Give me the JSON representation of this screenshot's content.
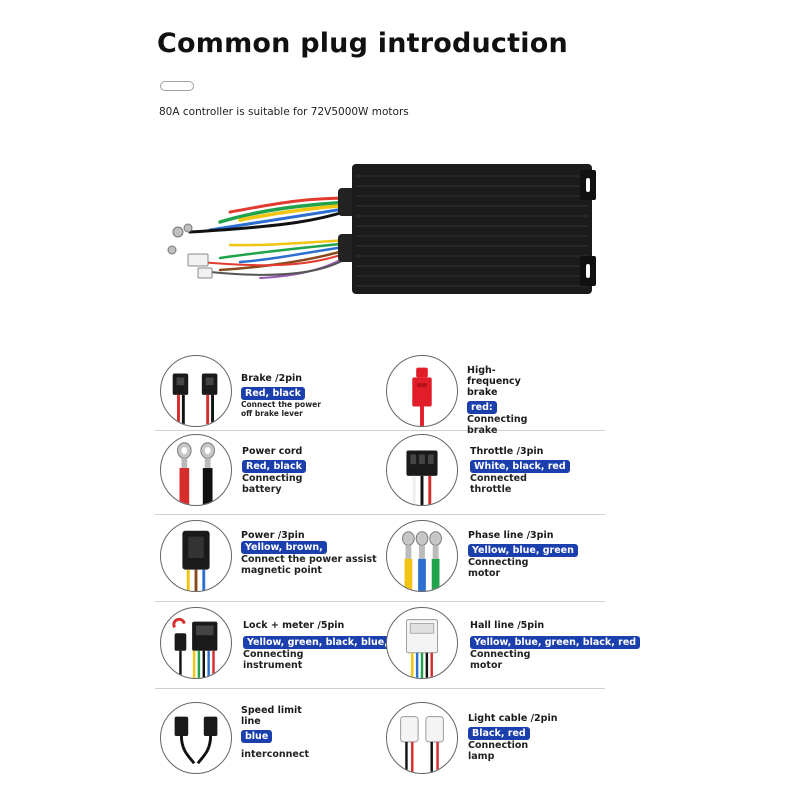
{
  "page": {
    "title": "Common plug introduction",
    "subtitle": "80A controller is suitable for 72V5000W motors"
  },
  "colors": {
    "highlight": "#1c3fae",
    "controller_body": "#1b1b1b",
    "divider": "#cfcfcf"
  },
  "plugs": [
    {
      "name": "Brake /2pin",
      "colors": "Red, black",
      "desc": "Connect the power off brake lever",
      "icon": "brake-connector-icon"
    },
    {
      "name": "High-frequency brake",
      "colors": "red:",
      "desc": "Connecting brake",
      "icon": "high-frequency-brake-connector-icon"
    },
    {
      "name": "Power cord",
      "colors": "Red, black",
      "desc": "Connecting battery",
      "icon": "power-cord-terminal-icon"
    },
    {
      "name": "Throttle /3pin",
      "colors": "White, black, red",
      "desc": "Connected throttle",
      "icon": "throttle-connector-icon"
    },
    {
      "name": "Power /3pin",
      "colors": "Yellow, brown,",
      "desc": "Connect the power assist magnetic point",
      "icon": "power-assist-connector-icon"
    },
    {
      "name": "Phase line /3pin",
      "colors": "Yellow, blue, green",
      "desc": "Connecting motor",
      "icon": "phase-line-terminal-icon"
    },
    {
      "name": "Lock + meter /5pin",
      "colors": "Yellow, green, black, blue, red",
      "desc": "Connecting instrument",
      "icon": "lock-meter-connector-icon"
    },
    {
      "name": "Hall line /5pin",
      "colors": "Yellow, blue, green, black, red",
      "desc": "Connecting motor",
      "icon": "hall-line-connector-icon"
    },
    {
      "name": "Speed limit line",
      "colors": "blue",
      "desc": "interconnect",
      "icon": "speed-limit-connector-icon"
    },
    {
      "name": "Light cable /2pin",
      "colors": "Black, red",
      "desc": "Connection lamp",
      "icon": "light-cable-connector-icon"
    }
  ]
}
